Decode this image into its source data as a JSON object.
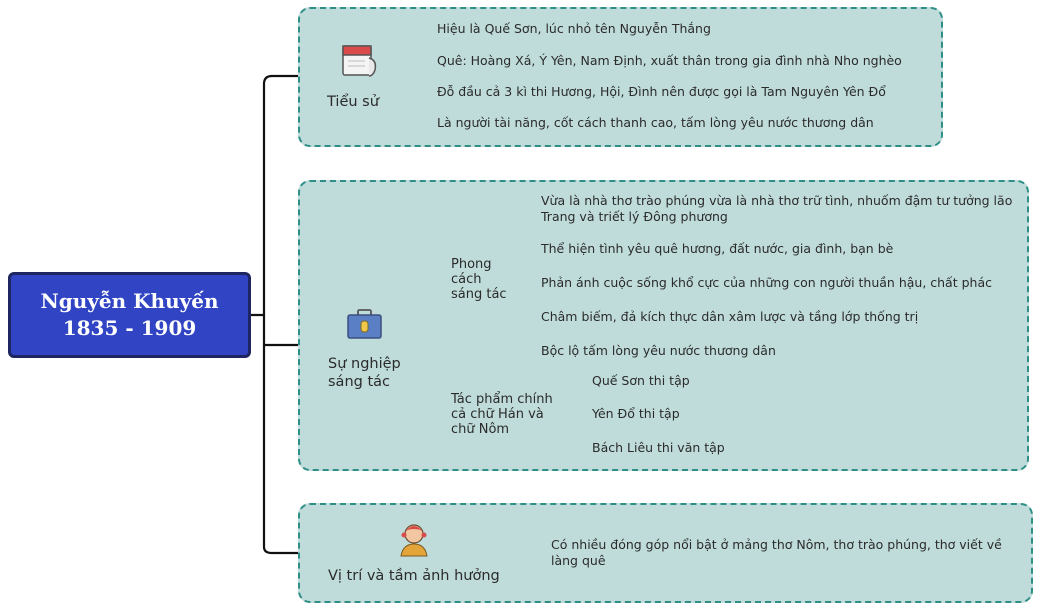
{
  "root": {
    "name": "Nguyễn Khuyến",
    "years": "1835 - 1909"
  },
  "tieu_su": {
    "title": "Tiểu sử",
    "icon": "calendar-icon",
    "items": [
      "Hiệu là Quế Sơn, lúc nhỏ tên Nguyễn Thắng",
      "Quê: Hoàng Xá, Ý Yên, Nam Định, xuất thân trong gia đình nhà Nho nghèo",
      "Đỗ đầu cả 3 kì thi Hương, Hội, Đình nên được gọi là Tam Nguyên Yên Đổ",
      "Là người tài năng, cốt cách thanh cao, tấm lòng yêu nước thương dân"
    ]
  },
  "su_nghiep": {
    "title_line1": "Sự nghiệp",
    "title_line2": "sáng tác",
    "icon": "briefcase-icon",
    "phong_cach": {
      "line1": "Phong",
      "line2": "cách",
      "line3": "sáng tác",
      "items": [
        "Vừa là nhà thơ trào phúng vừa là nhà thơ trữ tình, nhuốm đậm tư tưởng lão Trang và triết lý Đông phương",
        "Thể hiện tình yêu quê hương, đất nước, gia đình, bạn bè",
        "Phản ánh cuộc sống khổ cực của những con người thuần hậu, chất phác",
        "Châm biếm, đả kích thực dân xâm lược và tầng lớp thống trị",
        "Bộc lộ tấm lòng yêu nước thương dân"
      ]
    },
    "tac_pham": {
      "line1": "Tác phẩm chính",
      "line2": "cả chữ Hán và",
      "line3": "chữ Nôm",
      "items": [
        "Quế Sơn thi tập",
        "Yên Đổ thi tập",
        "Bách Liêu thi văn tập"
      ]
    }
  },
  "vi_tri": {
    "title": "Vị trí và tầm ảnh hưởng",
    "icon": "person-icon",
    "text": "Có nhiều đóng góp nổi bật ở mảng thơ Nôm, thơ trào phúng, thơ viết về làng quê"
  }
}
